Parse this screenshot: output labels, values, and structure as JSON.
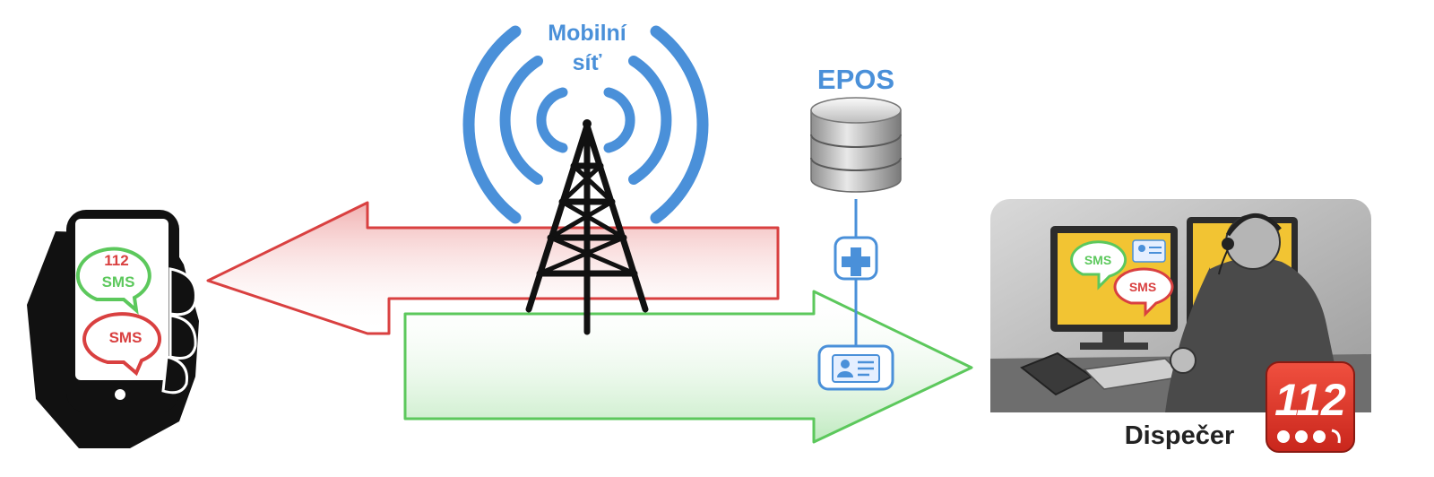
{
  "network": {
    "label_line1": "Mobilní",
    "label_line2": "síť"
  },
  "database": {
    "label": "EPOS"
  },
  "phone": {
    "bubble_top_number": "112",
    "bubble_top_text": "SMS",
    "bubble_bottom_text": "SMS"
  },
  "dispatcher": {
    "label": "Dispečer",
    "monitor_bubble_green": "SMS",
    "monitor_bubble_red": "SMS",
    "badge_number": "112"
  },
  "colors": {
    "blue": "#4a90d9",
    "red": "#d94040",
    "green": "#5cc85c",
    "badge_red": "#e03a2f"
  },
  "icons": [
    "radio-waves-icon",
    "antenna-tower-icon",
    "database-icon",
    "medical-cross-icon",
    "id-card-icon",
    "hand-phone-icon",
    "dispatcher-operator-icon",
    "emergency-112-badge-icon"
  ]
}
